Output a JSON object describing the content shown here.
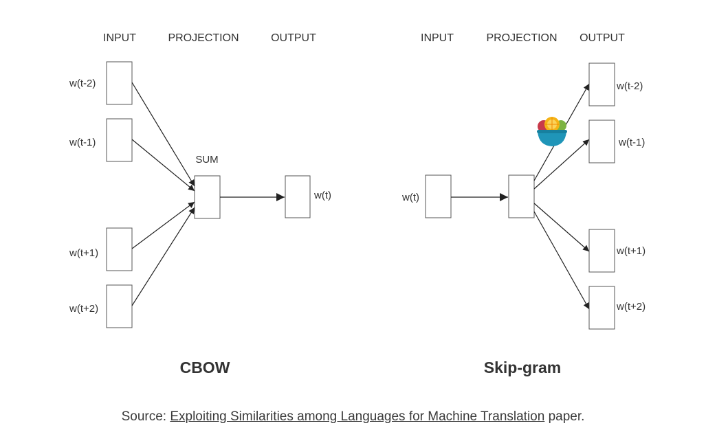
{
  "cbow": {
    "input_header": "INPUT",
    "projection_header": "PROJECTION",
    "output_header": "OUTPUT",
    "sum_label": "SUM",
    "inputs": [
      "w(t-2)",
      "w(t-1)",
      "w(t+1)",
      "w(t+2)"
    ],
    "output": "w(t)",
    "title": "CBOW"
  },
  "skipgram": {
    "input_header": "INPUT",
    "projection_header": "PROJECTION",
    "output_header": "OUTPUT",
    "input": "w(t)",
    "outputs": [
      "w(t-2)",
      "w(t-1)",
      "w(t+1)",
      "w(t+2)"
    ],
    "title": "Skip-gram"
  },
  "caption": {
    "prefix": "Source: ",
    "link_text": "Exploiting Similarities among Languages for Machine Translation",
    "suffix": " paper."
  },
  "decoration": {
    "icon": "fruit-bowl-icon"
  }
}
